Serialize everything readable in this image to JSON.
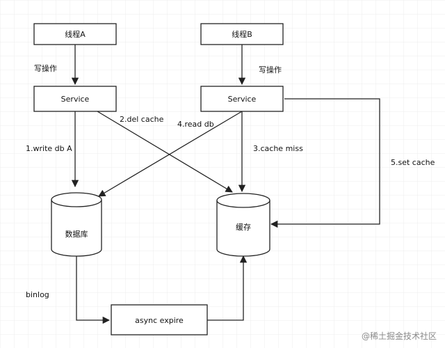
{
  "nodes": {
    "thread_a": "线程A",
    "thread_b": "线程B",
    "service_a": "Service",
    "service_b": "Service",
    "database": "数据库",
    "cache": "缓存",
    "async_expire": "async expire"
  },
  "edges": {
    "write_op_a": "写操作",
    "write_op_b": "写操作",
    "write_db_a": "1.write db A",
    "del_cache": "2.del cache",
    "cache_miss": "3.cache miss",
    "read_db": "4.read db",
    "set_cache": "5.set cache",
    "binlog": "binlog"
  },
  "watermark": "@稀土掘金技术社区",
  "colors": {
    "stroke": "#222222",
    "box_fill": "#ffffff",
    "grid": "#ececec"
  }
}
